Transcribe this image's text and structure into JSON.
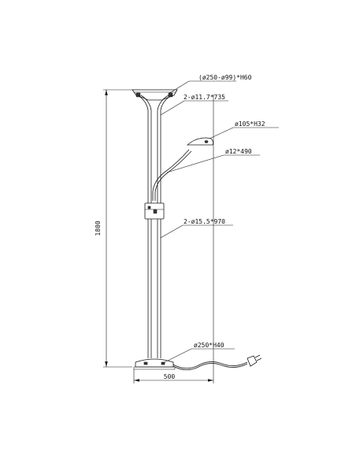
{
  "diagram": {
    "labels": {
      "uplighter_shade": "(ø250-ø99)*H60",
      "upper_tubes": "2-ø11.7*735",
      "reading_head": "ø105*H32",
      "reading_arm": "ø12*490",
      "lower_tubes": "2-ø15.5*970",
      "base": "ø250*H40"
    },
    "dimensions": {
      "total_height": "1800",
      "base_width": "500"
    },
    "colors": {
      "line": "#1a1a1a",
      "background": "#ffffff"
    }
  }
}
